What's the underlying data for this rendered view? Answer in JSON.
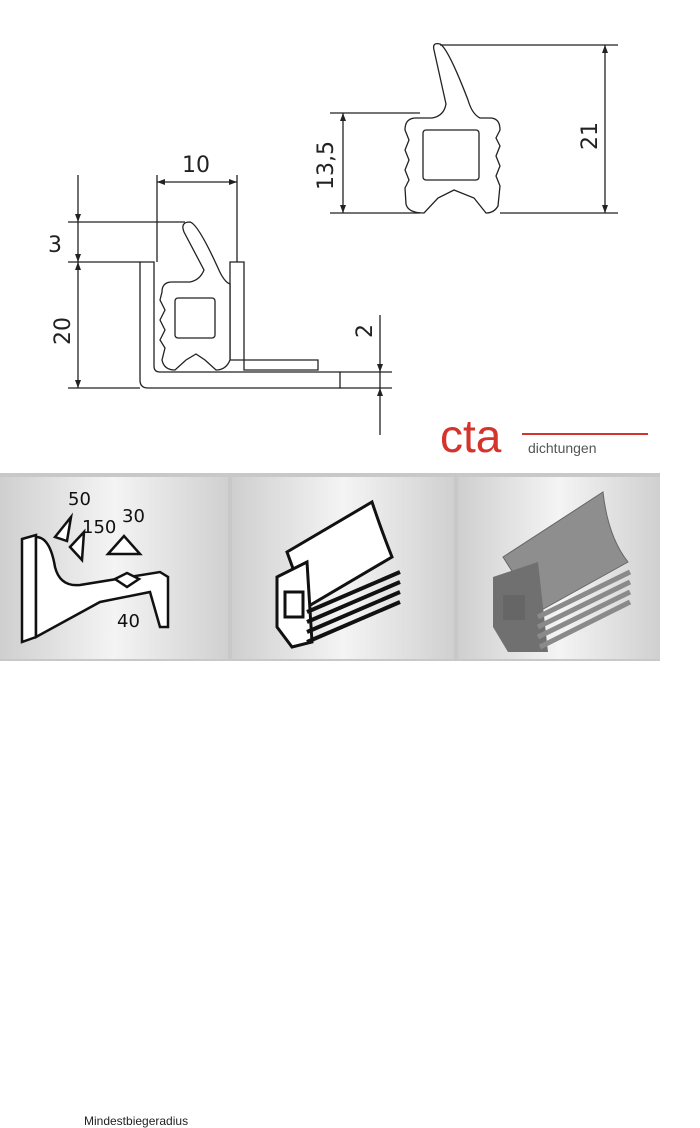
{
  "drawing_left": {
    "dim_width": "10",
    "dim_lip": "3",
    "dim_height": "20",
    "dim_flange": "2"
  },
  "drawing_right": {
    "dim_body": "13,5",
    "dim_total": "21"
  },
  "logo": {
    "brand": "cta",
    "sub": "dichtungen",
    "color": "#d5342c"
  },
  "panels": {
    "bend_radius": {
      "values": [
        "50",
        "150",
        "30",
        "40"
      ],
      "caption": "Mindestbiegeradius"
    }
  }
}
